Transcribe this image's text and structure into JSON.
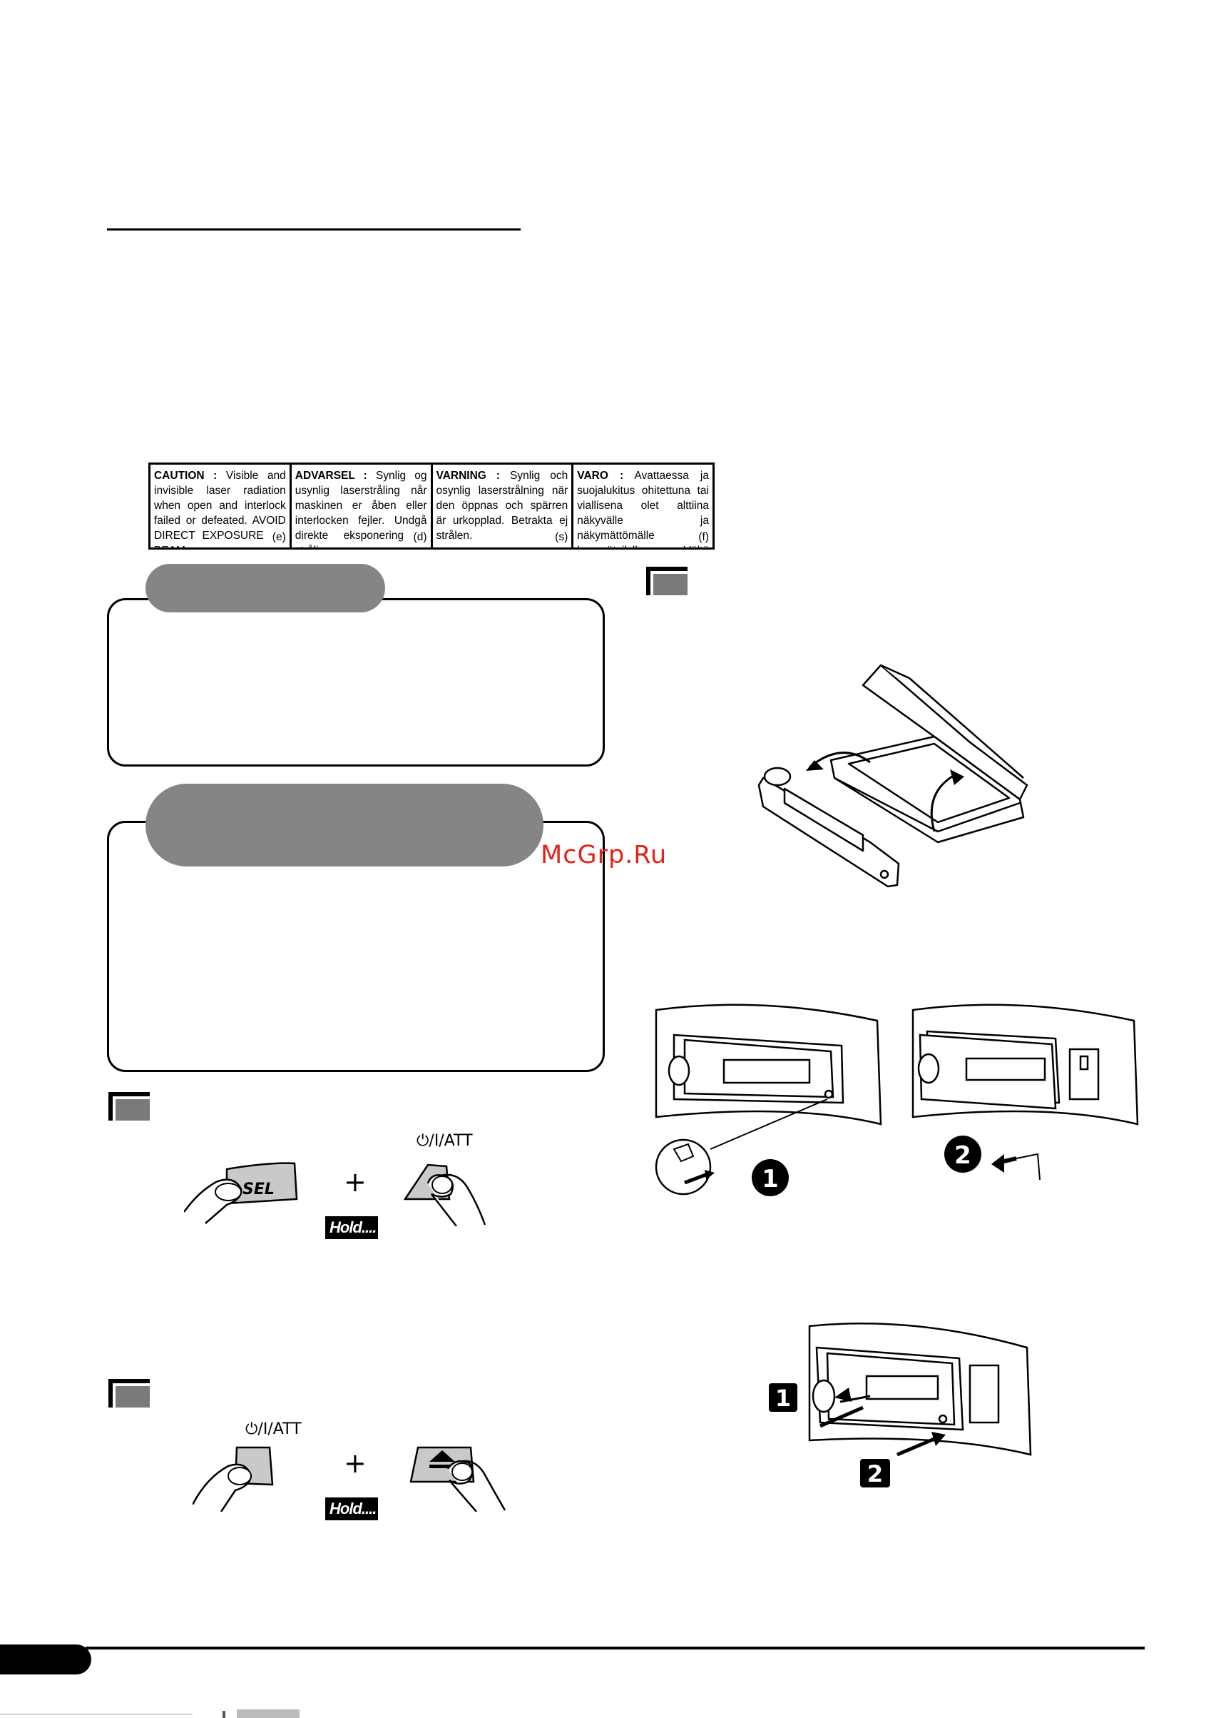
{
  "watermark": "McGrp.Ru",
  "caution": [
    {
      "head": "CAUTION :",
      "body": "Visible and invisible laser radiation when open and interlock failed or defeated. AVOID DIRECT EXPOSURE TO BEAM.",
      "code": "(e)"
    },
    {
      "head": "ADVARSEL :",
      "body": "Synlig og usynlig laserstråling når maskinen er åben eller interlocken fejler. Undgå direkte eksponering til stråling.",
      "code": "(d)"
    },
    {
      "head": "VARNING :",
      "body": "Synlig och osynlig laserstrålning när den öppnas och spärren är urkopplad. Betrakta ej strålen.",
      "code": "(s)"
    },
    {
      "head": "VARO :",
      "body": "Avattaessa ja suojalukitus ohitettuna tai viallisena olet alttiina näkyvälle ja näkymättömälle lasersäteilylle. Vältä säteen kohdistumista suoraan itseesi.",
      "code": "(f)"
    }
  ],
  "buttons": {
    "sel": "SEL",
    "power_att": "⏻/I/ATT",
    "plus": "+",
    "hold": "Hold...."
  },
  "step_numbers": {
    "one": "1",
    "two": "2"
  }
}
